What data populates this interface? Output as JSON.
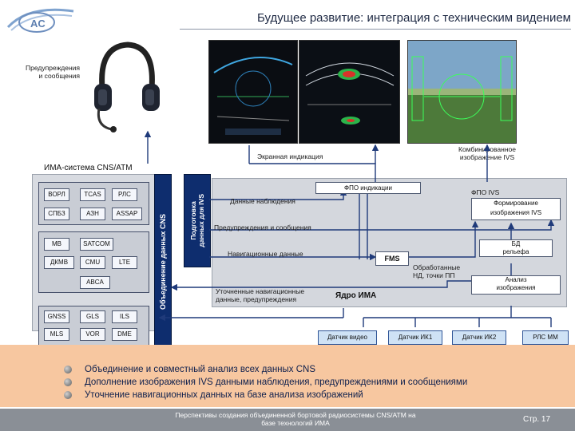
{
  "header": {
    "title": "Будущее развитие: интеграция с техническим видением"
  },
  "top": {
    "warnings_label_line1": "Предупреждения",
    "warnings_label_line2": "и сообщения",
    "screen_display_label": "Экранная индикация",
    "combined_image_line1": "Комбинированное",
    "combined_image_line2": "изображение IVS"
  },
  "ima": {
    "title": "ИМА-система CNS/ATM",
    "group1": [
      "ВОРЛ",
      "TCAS",
      "РЛС",
      "СПБЗ",
      "АЗН",
      "ASSAP"
    ],
    "group2": [
      "МВ",
      "SATCOM",
      "ДКМВ",
      "CMU",
      "LTE",
      "ABCA"
    ],
    "group3": [
      "GNSS",
      "GLS",
      "ILS",
      "MLS",
      "VOR",
      "DME"
    ],
    "fusion_bar": "Объединение данных CNS",
    "ivs_prep_line1": "Подготовка",
    "ivs_prep_line2": "данных для IVS"
  },
  "flow": {
    "fpo_indication": "ФПО индикации",
    "fpo_ivs": "ФПО IVS",
    "observation_data": "Данные наблюдения",
    "warnings_messages": "Предупреждения и сообщения",
    "nav_data": "Навигационные данные",
    "refined_nav_line1": "Уточненные навигационные",
    "refined_nav_line2": "данные, предупреждения",
    "ima_core": "Ядро ИМА",
    "fms": "FMS",
    "ivs_forming_line1": "Формирование",
    "ivs_forming_line2": "изображения IVS",
    "db_terrain_line1": "БД",
    "db_terrain_line2": "рельефа",
    "processed_nd_line1": "Обработанные",
    "processed_nd_line2": "НД, точки ПП",
    "image_analysis_line1": "Анализ",
    "image_analysis_line2": "изображения"
  },
  "sensors": [
    "Датчик видео",
    "Датчик ИК1",
    "Датчик ИК2",
    "РЛС ММ"
  ],
  "bullets": [
    "Объединение и совместный анализ всех данных CNS",
    "Дополнение изображения IVS данными наблюдения, предупреждениями и сообщениями",
    "Уточнение навигационных данных на базе анализа изображений"
  ],
  "footer": {
    "line1": "Перспективы создания объединенной бортовой радиосистемы CNS/ATM на",
    "line2": "базе технологий ИМА",
    "page": "Стр. 17"
  },
  "colors": {
    "accent_dark_blue": "#0e2d6e",
    "sensor_fill": "#cfe2f5",
    "bottom_band": "#f7c7a0",
    "footer_bar": "#8a8f96"
  }
}
